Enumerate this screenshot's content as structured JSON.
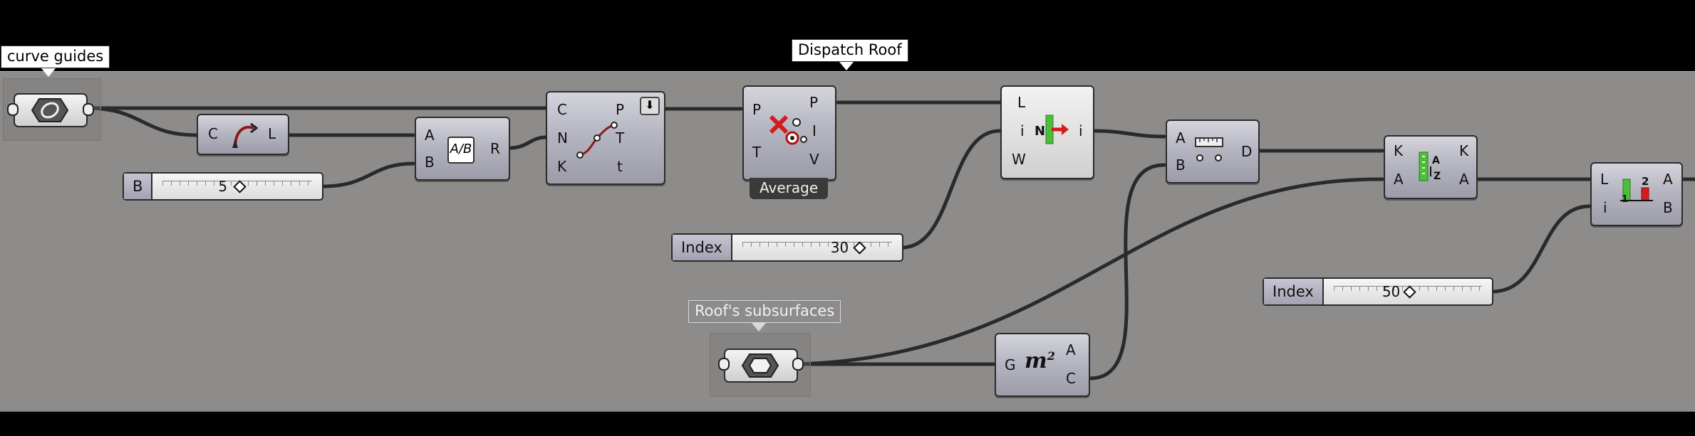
{
  "canvas": {
    "background": "#000000",
    "group_fill": "#8e8b8b",
    "wire_color": "#2a2a2a"
  },
  "bubbles": {
    "curve_guides": "curve guides",
    "dispatch_roof": "Dispatch Roof",
    "roofs_subsurfaces": "Roof's subsurfaces",
    "average_tag": "Average"
  },
  "components": {
    "curve_param": {
      "icon": "curve-param-icon"
    },
    "flip_curve": {
      "inputs": [
        "C"
      ],
      "outputs": [
        "L"
      ],
      "icon": "flip-curve-icon"
    },
    "division": {
      "inputs": [
        "A",
        "B"
      ],
      "outputs": [
        "R"
      ],
      "icon": "division-icon"
    },
    "divide_curve": {
      "inputs": [
        "C",
        "N",
        "K"
      ],
      "outputs": [
        "P",
        "T",
        "t"
      ],
      "icon": "divide-curve-icon"
    },
    "cull_duplicates": {
      "inputs": [
        "P",
        "T"
      ],
      "outputs": [
        "P",
        "I",
        "V"
      ],
      "icon": "cull-duplicates-icon"
    },
    "list_item": {
      "inputs": [
        "L",
        "i",
        "W"
      ],
      "outputs": [
        "i"
      ],
      "icon": "list-item-icon"
    },
    "distance": {
      "inputs": [
        "A",
        "B"
      ],
      "outputs": [
        "D"
      ],
      "icon": "distance-icon"
    },
    "sort_list": {
      "inputs": [
        "K",
        "A"
      ],
      "outputs": [
        "K",
        "A"
      ],
      "icon": "sort-list-icon"
    },
    "dispatch": {
      "inputs": [
        "L",
        "i"
      ],
      "outputs": [
        "A",
        "B"
      ],
      "icon": "dispatch-icon"
    },
    "brep_param": {
      "icon": "brep-param-icon"
    },
    "area": {
      "inputs": [
        "G"
      ],
      "outputs": [
        "A",
        "C"
      ],
      "icon": "area-icon"
    }
  },
  "sliders": {
    "b_slider": {
      "label": "B",
      "value": "5"
    },
    "index_slider_1": {
      "label": "Index",
      "value": "30"
    },
    "index_slider_2": {
      "label": "Index",
      "value": "50"
    }
  }
}
